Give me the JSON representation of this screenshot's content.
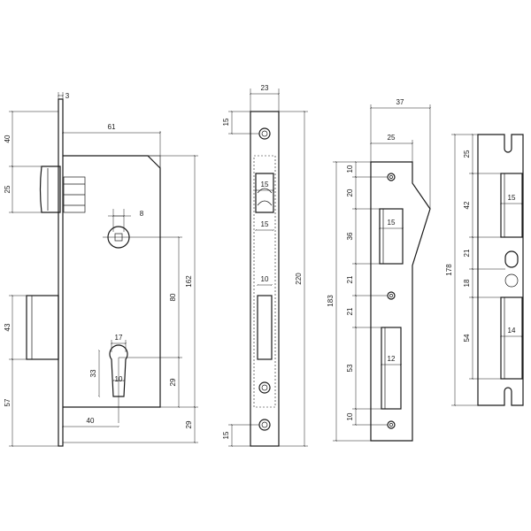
{
  "lock_body": {
    "plate_thickness": "3",
    "case_depth": "61",
    "top_to_latch": "40",
    "latch_height": "25",
    "spindle_size": "8",
    "handle_to_cylinder": "80",
    "case_height": "162",
    "cylinder_width": "17",
    "cylinder_height": "33",
    "cylinder_bore": "10",
    "cylinder_to_case_bottom": "29",
    "backset": "40",
    "bottom_margin": "29",
    "bolt_height": "43",
    "bottom_to_bolt": "57"
  },
  "faceplate": {
    "width": "23",
    "screw_offset_top": "15",
    "latch_slot_width": "15",
    "latch_slot_width_lower": "15",
    "bolt_slot_width": "10",
    "total_height": "220",
    "screw_offset_bottom": "15"
  },
  "strike_plate": {
    "total_width": "37",
    "inner_width": "25",
    "top_margin": "10",
    "dim_20": "20",
    "latch_opening_width": "15",
    "latch_opening_height": "36",
    "dim_21_upper": "21",
    "dim_21_lower": "21",
    "total_height": "183",
    "bolt_opening_height": "53",
    "bolt_opening_width": "12",
    "bottom_margin": "10"
  },
  "strike_side": {
    "top_margin": "25",
    "latch_opening_height": "42",
    "latch_opening_width": "15",
    "gap_upper": "21",
    "gap_lower": "18",
    "total_height": "178",
    "bolt_opening_height": "54",
    "bolt_opening_width": "14"
  }
}
